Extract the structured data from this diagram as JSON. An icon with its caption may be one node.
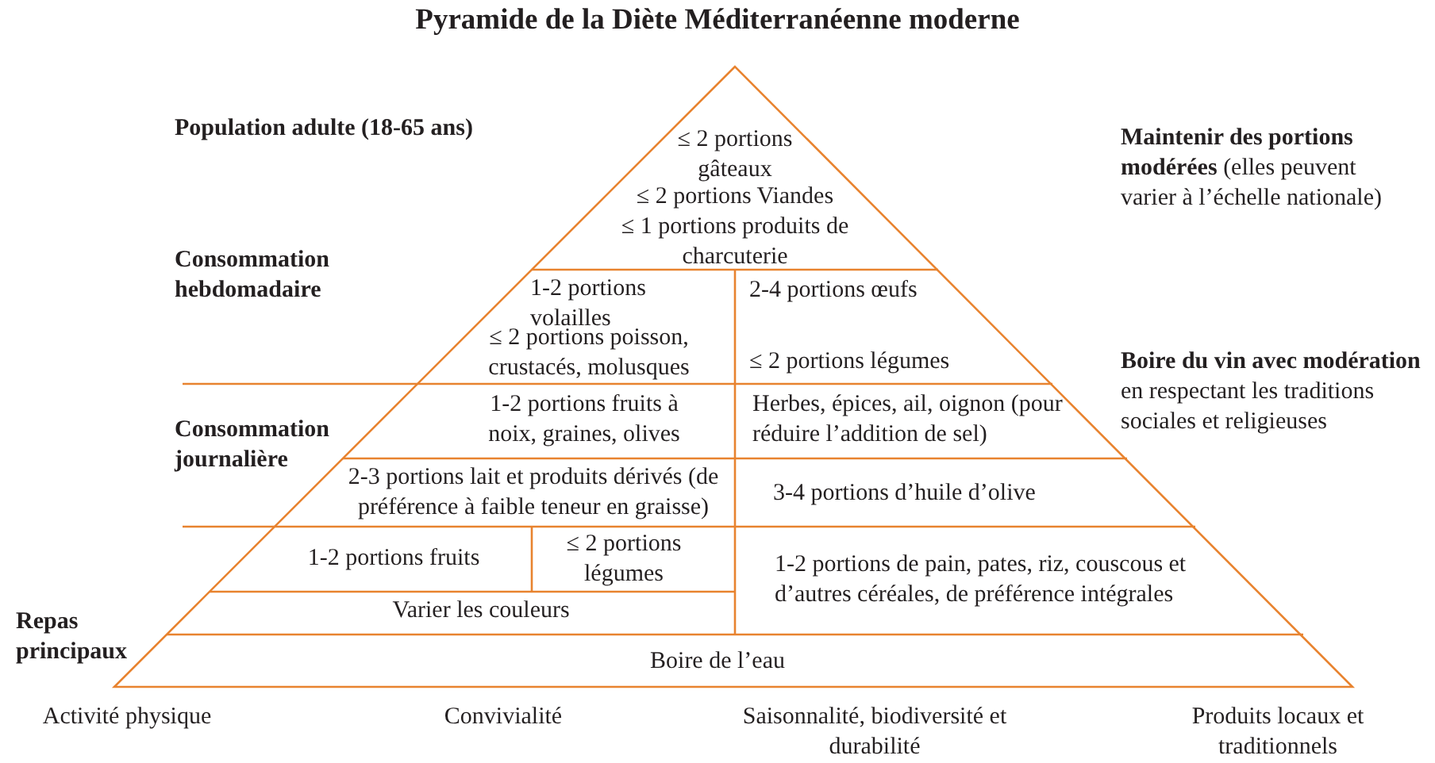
{
  "diagram": {
    "title": "Pyramide de la Diète Méditerranéenne moderne",
    "labels": [
      "Population adulte (18-65 ans)",
      "≤ 2 portions gâteaux",
      "≤ 2 portions Viandes",
      "≤ 1 portions produits de charcuterie",
      "**Maintenir des portions modérées** (elles peuvent varier à l’échelle nationale)",
      "Consommation hebdomadaire",
      "1-2 portions volailles",
      "2-4 portions œufs",
      "≤ 2 portions poisson, crustacés, molusques",
      "≤ 2 portions légumes",
      "**Boire du vin avec modération** en respectant les traditions sociales et religieuses",
      "Consommation journalière",
      "1-2 portions fruits à noix, graines, olives",
      "Herbes, épices, ail, oignon (pour réduire l’addition de sel)",
      "2-3 portions lait et produits dérivés (de préférence à faible teneur en graisse)",
      "3-4 portions d’huile d’olive",
      "1-2 portions fruits",
      "≤ 2 portions légumes",
      "1-2 portions de pain, pates, riz, couscous et d’autres céréales, de préférence intégrales",
      "Varier les couleurs",
      "Repas principaux",
      "Boire de l’eau",
      "Activité physique",
      "Convivialité",
      "Saisonnalité, biodiversité et durabilité",
      "Produits locaux et traditionnels"
    ]
  }
}
